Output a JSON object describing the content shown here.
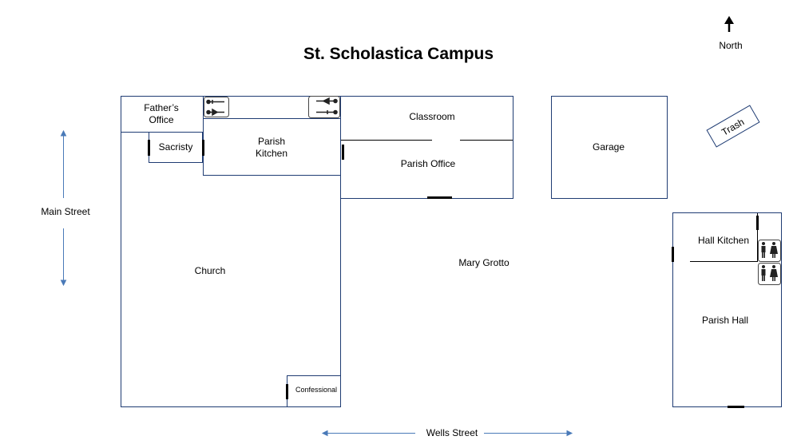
{
  "title": "St. Scholastica Campus",
  "compass": {
    "label": "North",
    "icon": "north-arrow-icon"
  },
  "streets": {
    "west": "Main Street",
    "south": "Wells Street"
  },
  "rooms": {
    "fathers_office": "Father’s\nOffice",
    "sacristy": "Sacristy",
    "parish_kitchen": "Parish\nKitchen",
    "classroom": "Classroom",
    "parish_office": "Parish Office",
    "garage": "Garage",
    "trash": "Trash",
    "church": "Church",
    "confessional": "Confessional",
    "mary_grotto": "Mary Grotto",
    "hall_kitchen": "Hall Kitchen",
    "parish_hall": "Parish Hall"
  },
  "colors": {
    "wall": "#1f3c73",
    "door": "#000000",
    "street_arrow": "#4a7ab8"
  }
}
